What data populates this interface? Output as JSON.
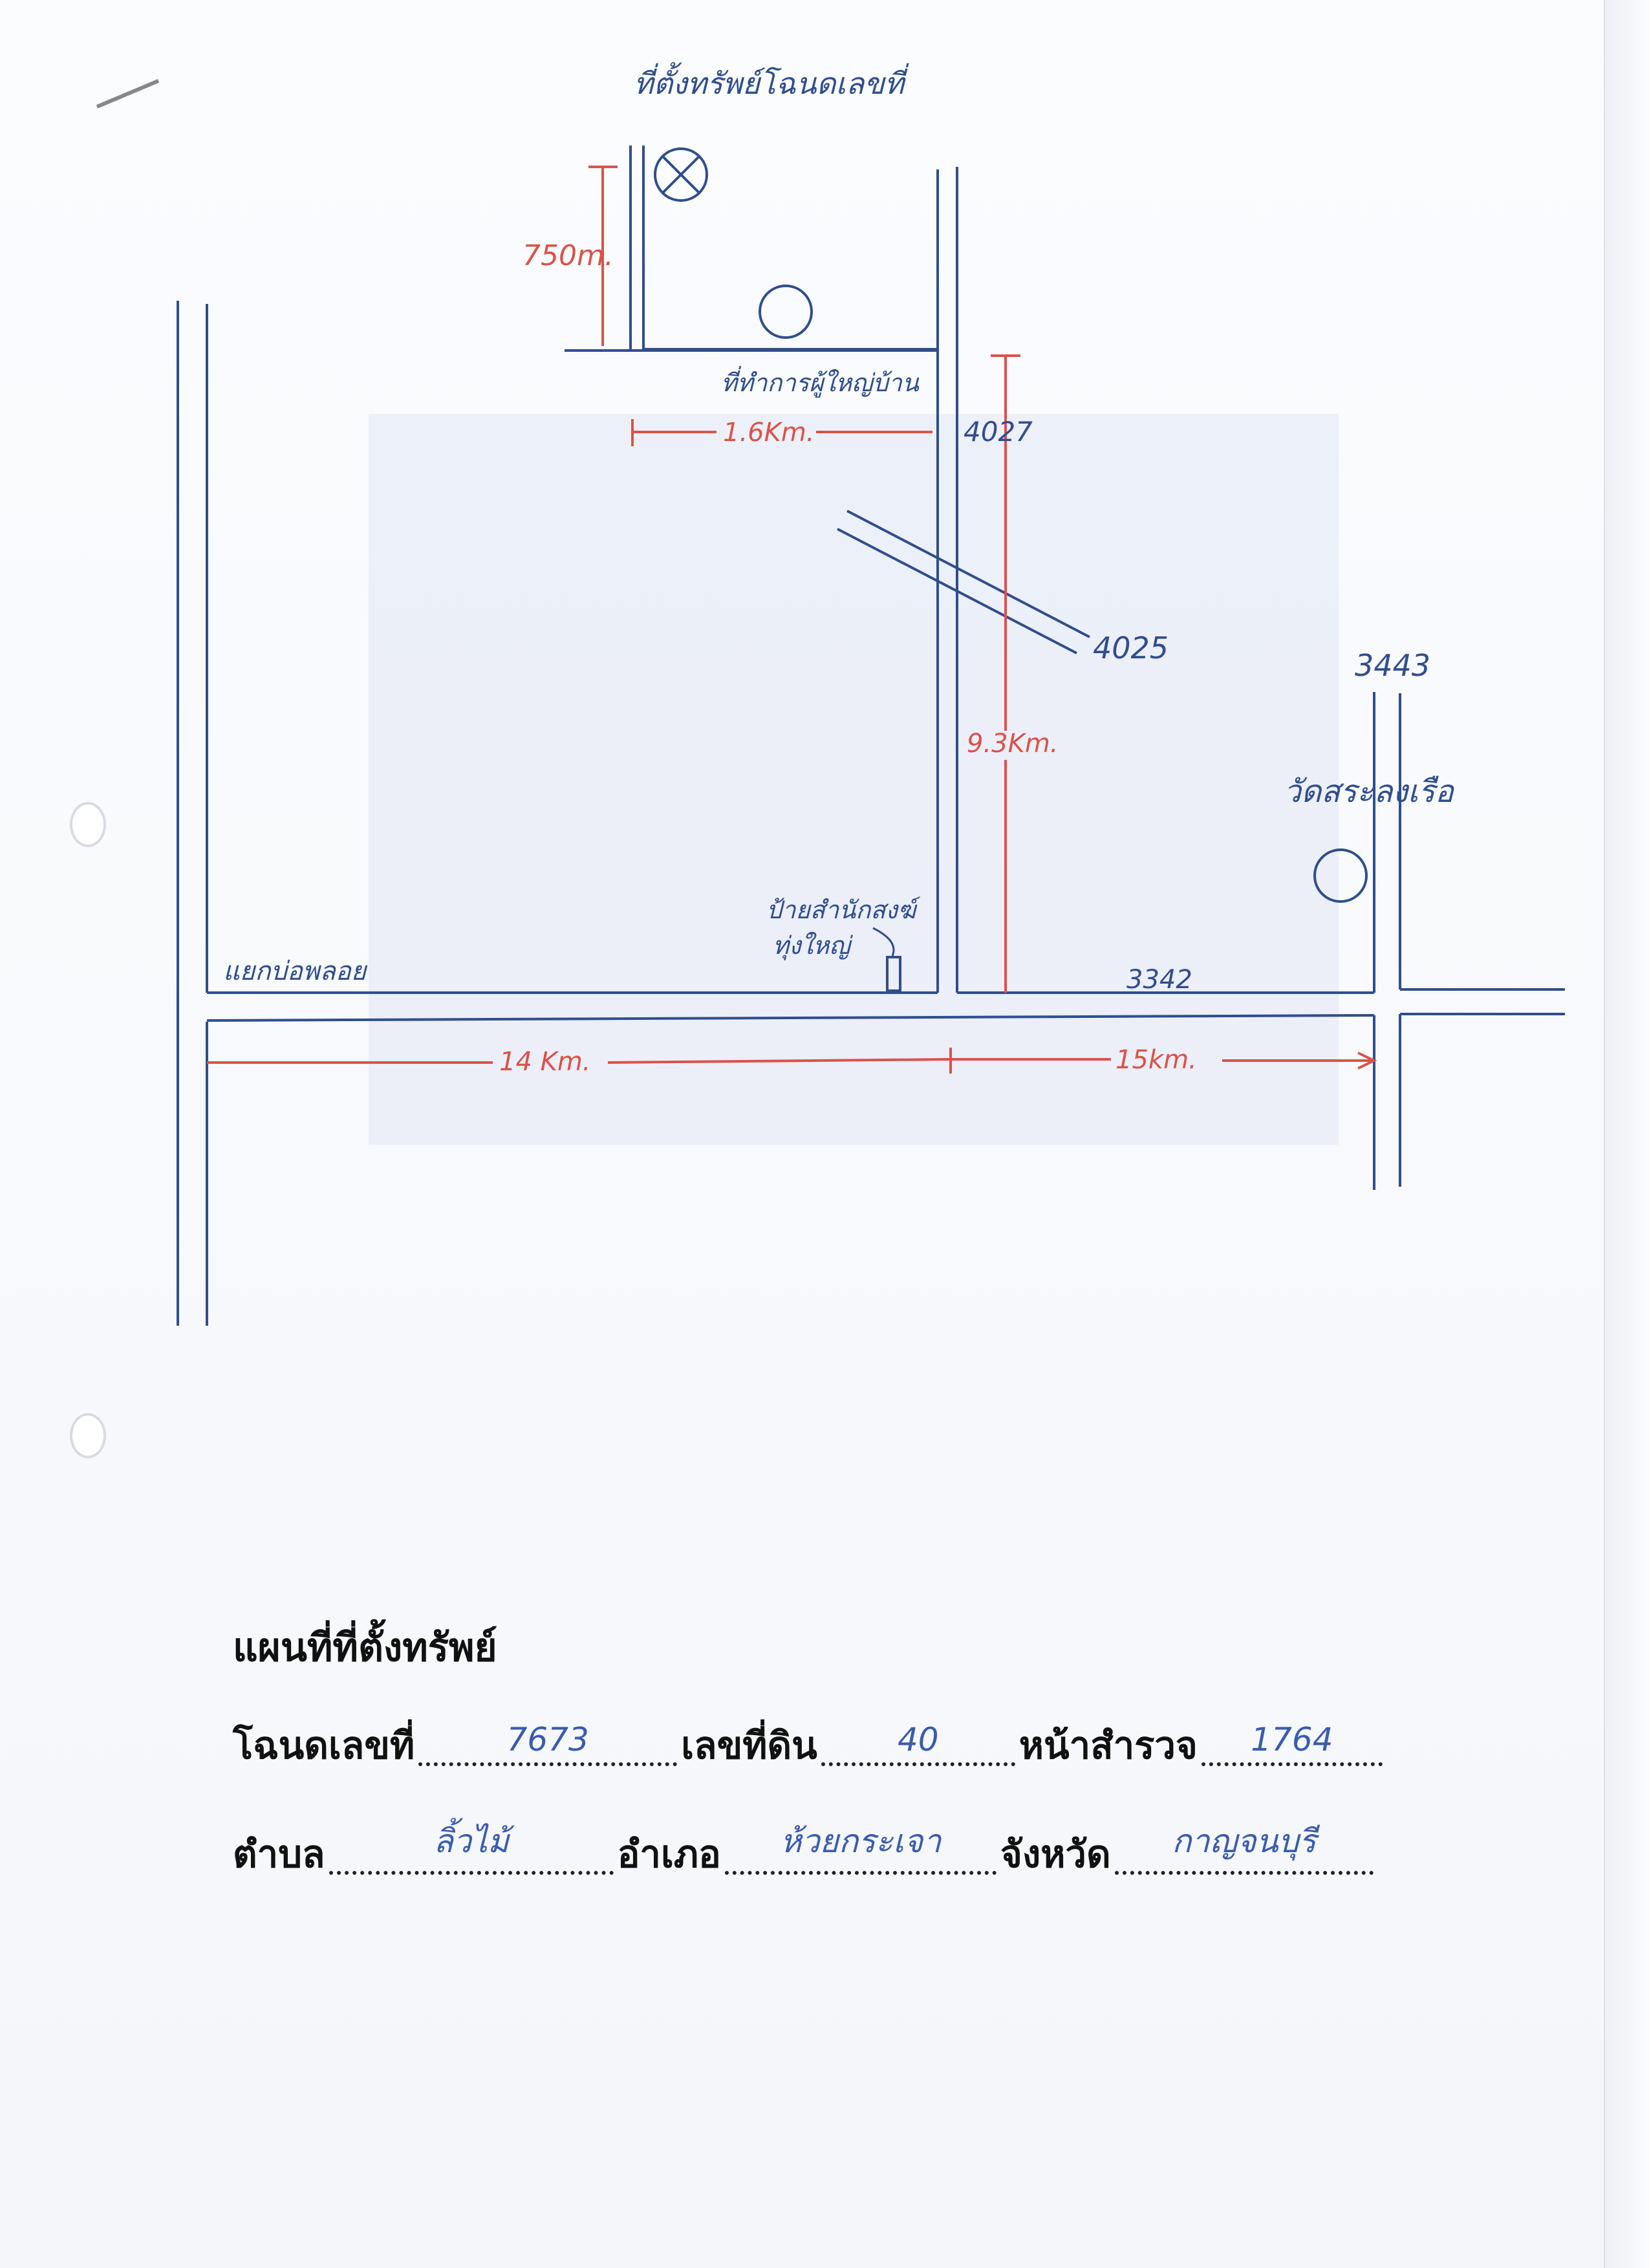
{
  "map": {
    "title": "ที่ตั้งทรัพย์โฉนดเลขที่",
    "office_label": "ที่ทำการผู้ใหญ่บ้าน",
    "temple_label": "วัดสระลงเรือ",
    "junction_label": "แยกบ่อพลอย",
    "bus_stop_label_line1": "ป้ายสำนักสงฆ์",
    "bus_stop_label_line2": "ทุ่งใหญ่",
    "road_4027": "4027",
    "road_4025": "4025",
    "road_3443": "3443",
    "road_3342": "3342",
    "dist_750m": "750m.",
    "dist_1_6km": "1.6Km.",
    "dist_9_3km": "9.3Km.",
    "dist_14km": "14 Km.",
    "dist_15km": "15km.",
    "colors": {
      "road": "#2f4e8c",
      "distance": "#d9534a"
    },
    "icons": [
      "property-target-icon",
      "office-circle-icon",
      "temple-circle-icon",
      "bus-stop-icon"
    ]
  },
  "form": {
    "title": "แผนที่ที่ตั้งทรัพย์",
    "deed_label": "โฉนดเลขที่",
    "deed_value": "7673",
    "land_no_label": "เลขที่ดิน",
    "land_no_value": "40",
    "survey_label": "หน้าสำรวจ",
    "survey_value": "1764",
    "subdistrict_label": "ตำบล",
    "subdistrict_value": "ลิ้วไม้",
    "district_label": "อำเภอ",
    "district_value": "ห้วยกระเจา",
    "province_label": "จังหวัด",
    "province_value": "กาญจนบุรี"
  }
}
